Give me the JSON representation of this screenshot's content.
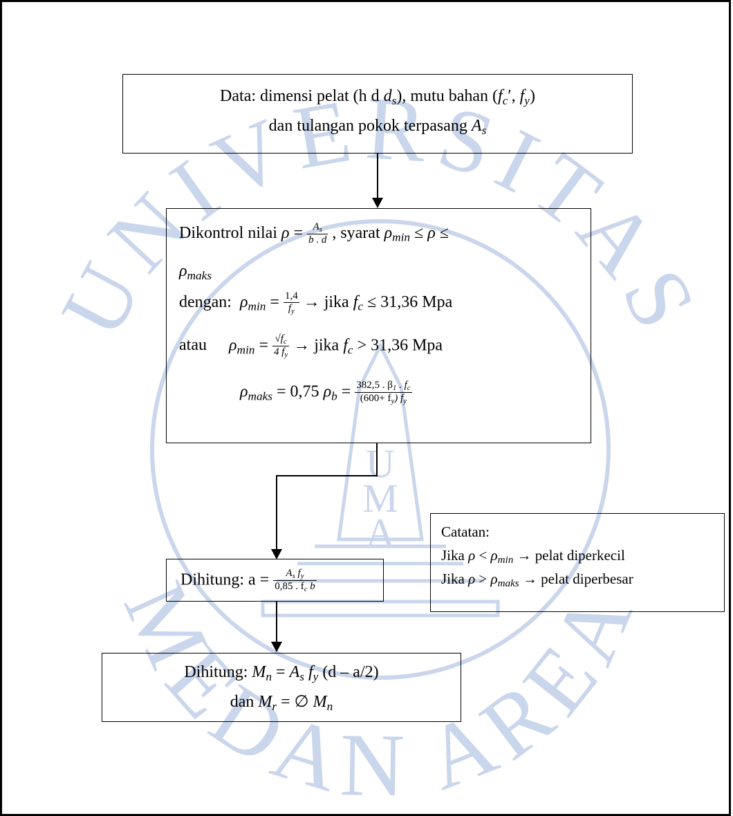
{
  "watermark": {
    "top_text": "UNIVERSITAS",
    "bottom_text": "MEDAN AREA",
    "center_letters": "UMA",
    "color": "#c9d6ec"
  },
  "box1": {
    "line1": {
      "pre": "Data: dimensi pelat (h d ",
      "ds_base": "d",
      "ds_sub": "s",
      "mid": "), mutu bahan (",
      "fc_base": "f",
      "fc_sub": "c",
      "prime": "′, ",
      "fy_base": "f",
      "fy_sub": "y",
      "post": ")"
    },
    "line2": {
      "pre": "dan tulangan pokok terpasang ",
      "as_base": "A",
      "as_sub": "s"
    }
  },
  "box2": {
    "l1": {
      "pre": "Dikontrol nilai ",
      "rho": "ρ",
      "eq": " = ",
      "num": "A",
      "num_sub": "s",
      "den": "b . d",
      "mid": " , syarat ",
      "rho_min": "ρ",
      "min_sub": "min",
      "le1": " ≤ ",
      "rho2": "ρ",
      "le2": " ≤"
    },
    "l2": {
      "rho": "ρ",
      "sub": "maks"
    },
    "l3": {
      "label": "dengan:",
      "rho": "ρ",
      "sub": "min",
      "eq": " = ",
      "num": "1,4",
      "den": "f",
      "den_sub": "y",
      "arrow": " → jika ",
      "f": "f",
      "f_sub": "c",
      "cond": " ≤ 31,36 Mpa"
    },
    "l4": {
      "label": "atau",
      "rho": "ρ",
      "sub": "min",
      "eq": " = ",
      "num": "√f",
      "num_sub": "c",
      "den": "4 f",
      "den_sub": "y",
      "arrow": " → jika ",
      "f": "f",
      "f_sub": "c",
      "cond": " > 31,36 Mpa"
    },
    "l5": {
      "rho": "ρ",
      "sub": "maks",
      "eq": " = 0,75 ",
      "rho_b": "ρ",
      "b_sub": "b",
      "eq2": " = ",
      "num": "382,5 . β",
      "num_sub": "1",
      "num2": " . f",
      "num2_sub": "c",
      "den": "(600+ f",
      "den_sub": "y",
      "den2": ") f",
      "den2_sub": "y"
    }
  },
  "box3": {
    "pre": "Dihitung:  a = ",
    "num": "A",
    "num_sub": "s",
    "num2": " f",
    "num2_sub": "y",
    "den": "0,85 . f",
    "den_sub": "c",
    "den2": " b"
  },
  "box4": {
    "l1": {
      "pre": "Dihitung:  ",
      "m": "M",
      "m_sub": "n",
      "eq": " = ",
      "a": "A",
      "a_sub": "s",
      "f": " f",
      "f_sub": "y",
      "post": " (d – a/2)"
    },
    "l2": {
      "pre": "dan ",
      "m": "M",
      "m_sub": "r",
      "eq": " = ∅ ",
      "m2": "M",
      "m2_sub": "n"
    }
  },
  "note": {
    "title": "Catatan:",
    "r1": {
      "pre": "Jika ",
      "rho": "ρ",
      "op": " < ",
      "rho2": "ρ",
      "sub": "min",
      "post": " →  pelat diperkecil"
    },
    "r2": {
      "pre": "Jika ",
      "rho": "ρ",
      "op": " > ",
      "rho2": "ρ",
      "sub": "maks",
      "post": " →  pelat diperbesar"
    }
  }
}
